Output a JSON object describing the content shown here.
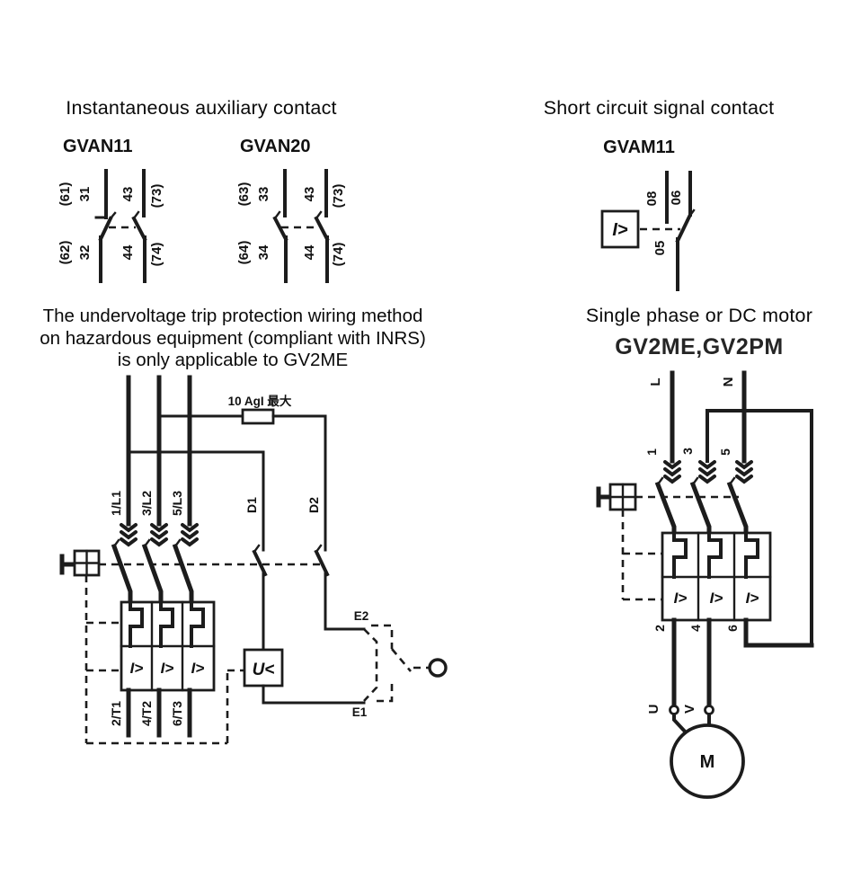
{
  "colors": {
    "ink": "#1c1c1c",
    "background": "#ffffff"
  },
  "aux": {
    "title": "Instantaneous auxiliary contact",
    "gvan11": {
      "name": "GVAN11",
      "p1_top_alt": "(61)",
      "p1_top": "31",
      "p1_bot_alt": "(62)",
      "p1_bot": "32",
      "p2_top": "43",
      "p2_top_alt": "(73)",
      "p2_bot": "44",
      "p2_bot_alt": "(74)"
    },
    "gvan20": {
      "name": "GVAN20",
      "p1_top_alt": "(63)",
      "p1_top": "33",
      "p1_bot_alt": "(64)",
      "p1_bot": "34",
      "p2_top": "43",
      "p2_top_alt": "(73)",
      "p2_bot": "44",
      "p2_bot_alt": "(74)"
    }
  },
  "short_circuit": {
    "title": "Short circuit signal contact",
    "name": "GVAM11",
    "t_left": "08",
    "t_right": "06",
    "t_bottom": "05",
    "trip": "I>"
  },
  "undervoltage": {
    "line1": "The undervoltage trip protection wiring method",
    "line2": "on hazardous equipment (compliant with INRS)",
    "line3": "is only applicable to GV2ME",
    "fuse": "10 AgI 最大",
    "in1": "1/L1",
    "in2": "3/L2",
    "in3": "5/L3",
    "out1": "2/T1",
    "out2": "4/T2",
    "out3": "6/T3",
    "d1": "D1",
    "d2": "D2",
    "e2": "E2",
    "e1": "E1",
    "uv": "U<",
    "trip": "I>"
  },
  "single_phase": {
    "title": "Single phase or DC motor",
    "name": "GV2ME,GV2PM",
    "l": "L",
    "n": "N",
    "in1": "1",
    "in2": "3",
    "in3": "5",
    "out1": "2",
    "out2": "4",
    "out3": "6",
    "u": "U",
    "v": "V",
    "motor": "M",
    "trip": "I>"
  }
}
